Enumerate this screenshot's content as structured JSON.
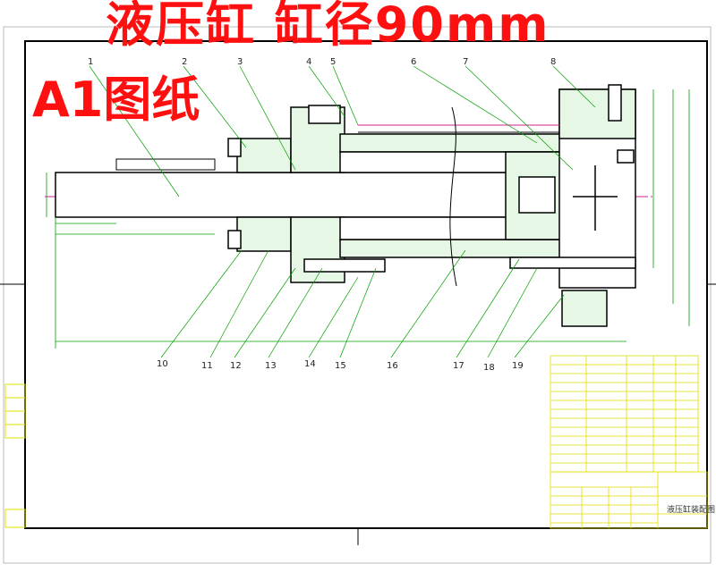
{
  "header": {
    "title": "液压缸  缸径90mm",
    "sheet_size": "A1图纸"
  },
  "drawing": {
    "part_numbers": [
      "1",
      "2",
      "3",
      "4",
      "5",
      "6",
      "7",
      "8",
      "10",
      "11",
      "12",
      "13",
      "14",
      "15",
      "16",
      "17",
      "18",
      "19"
    ],
    "colors": {
      "outline": "#000000",
      "hatch": "#00b000",
      "dimension": "#00a000",
      "title_block": "#e0e000",
      "centerline": "#d02090",
      "title_text": "#ff1010"
    }
  },
  "title_block": {
    "drawing_name": "液压缸装配图"
  }
}
